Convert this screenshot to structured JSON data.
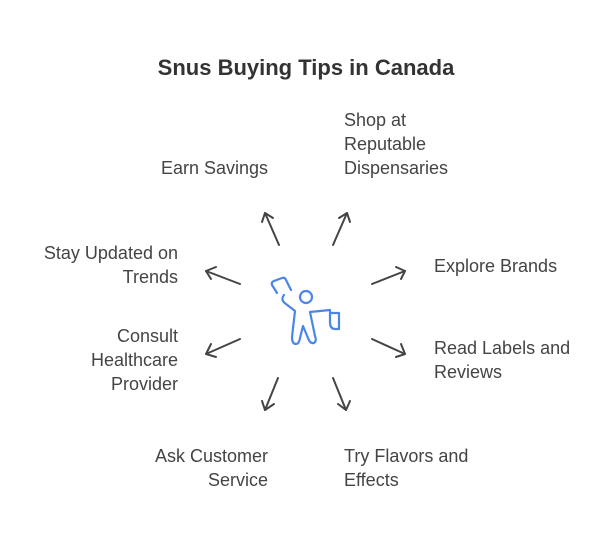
{
  "title": "Snus Buying Tips in Canada",
  "tips": [
    "Earn Savings",
    "Shop at Reputable Dispensaries",
    "Explore Brands",
    "Read Labels and Reviews",
    "Try Flavors and Effects",
    "Ask Customer Service",
    "Consult Healthcare Provider",
    "Stay Updated on Trends"
  ],
  "colors": {
    "icon": "#4a86e8",
    "arrow": "#444444"
  }
}
